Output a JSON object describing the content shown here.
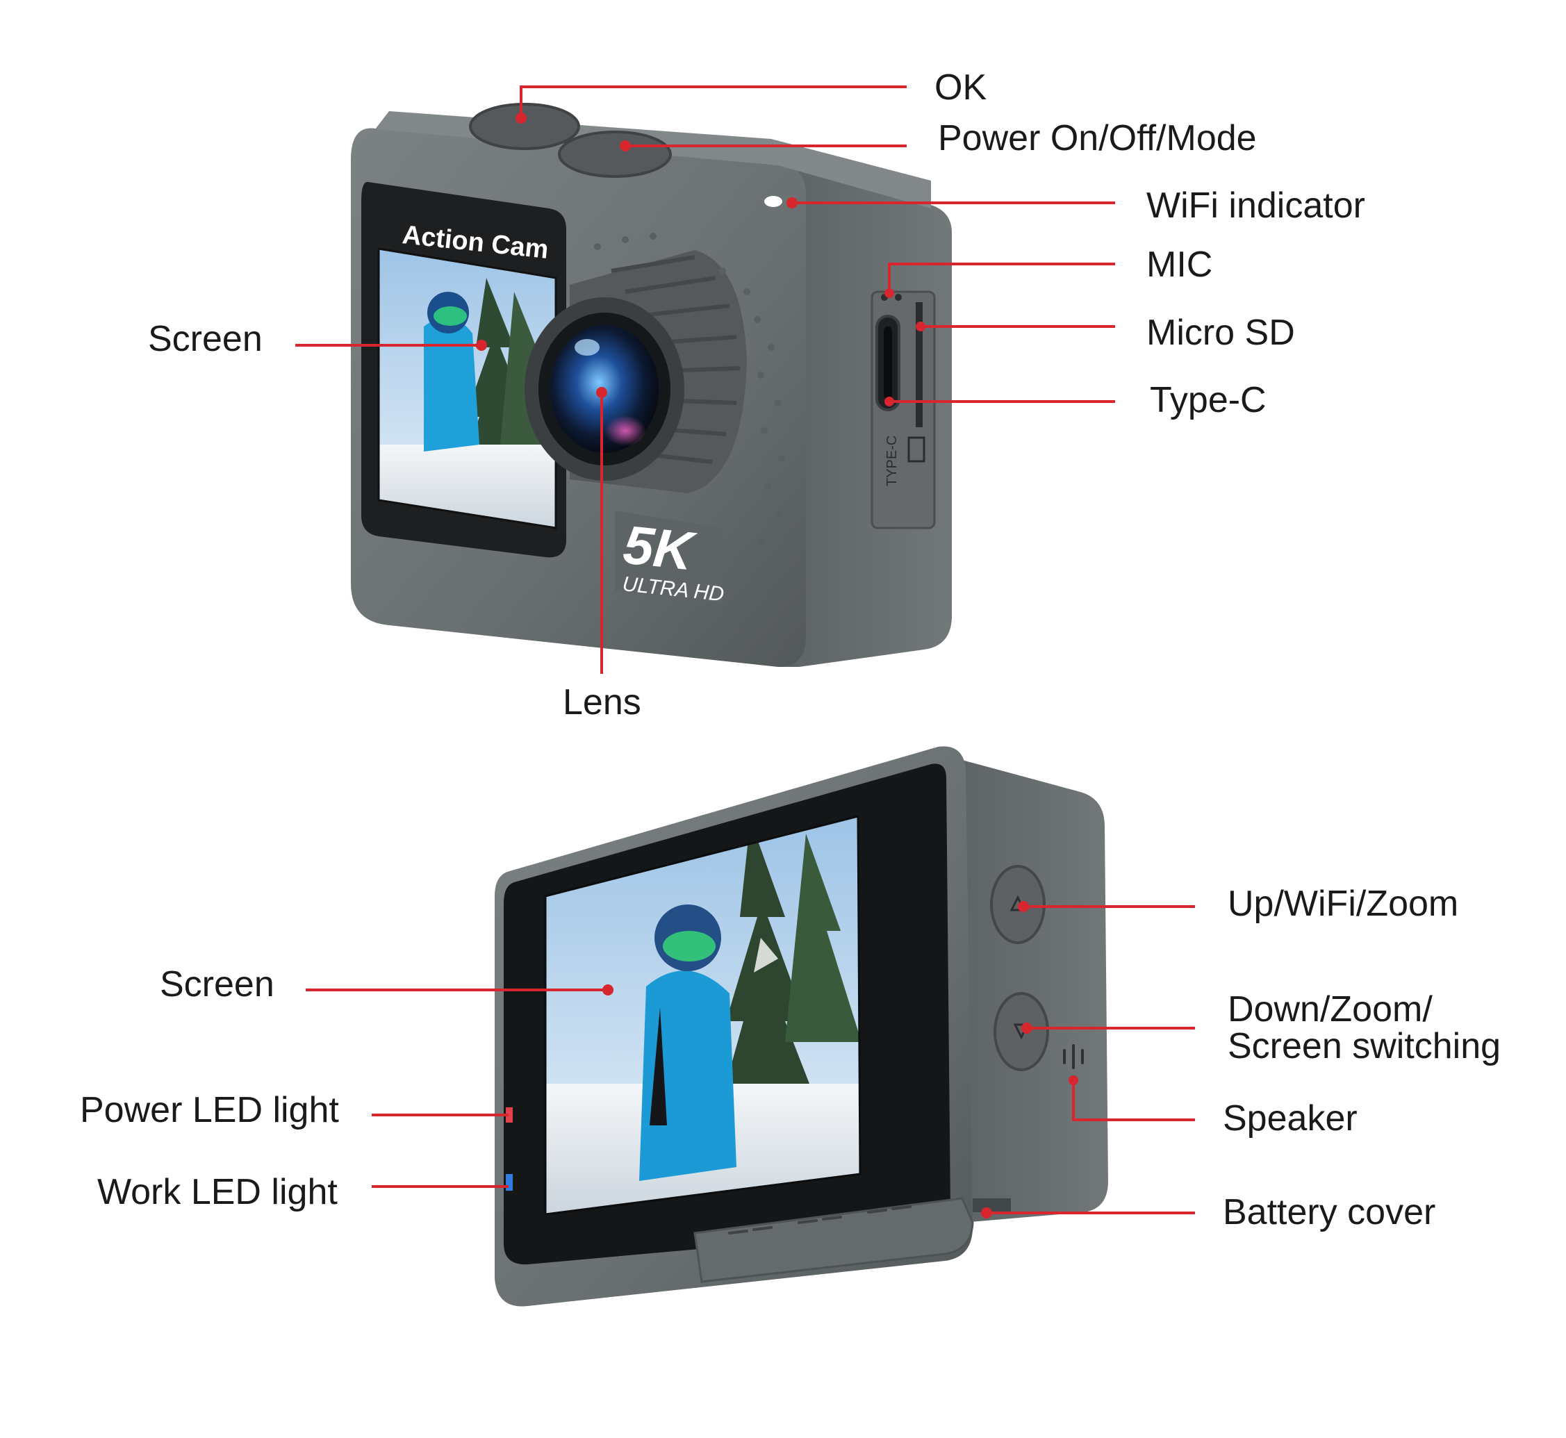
{
  "camera": {
    "front_screen_badge": "Action Cam",
    "logo_main": "5K",
    "logo_sub": "ULTRA HD",
    "port_label": "TYPE-C"
  },
  "labels": {
    "ok": "OK",
    "power": "Power On/Off/Mode",
    "wifi_indicator": "WiFi indicator",
    "mic": "MIC",
    "micro_sd": "Micro SD",
    "type_c": "Type-C",
    "screen_front": "Screen",
    "lens": "Lens",
    "up": "Up/WiFi/Zoom",
    "down_line1": "Down/Zoom/",
    "down_line2": "Screen switching",
    "speaker": "Speaker",
    "battery": "Battery cover",
    "screen_back": "Screen",
    "power_led": "Power LED light",
    "work_led": "Work LED light"
  },
  "colors": {
    "leader": "#d7262e",
    "body": "#6f7577",
    "body_dark": "#4e5456",
    "text": "#1a1a1a"
  }
}
